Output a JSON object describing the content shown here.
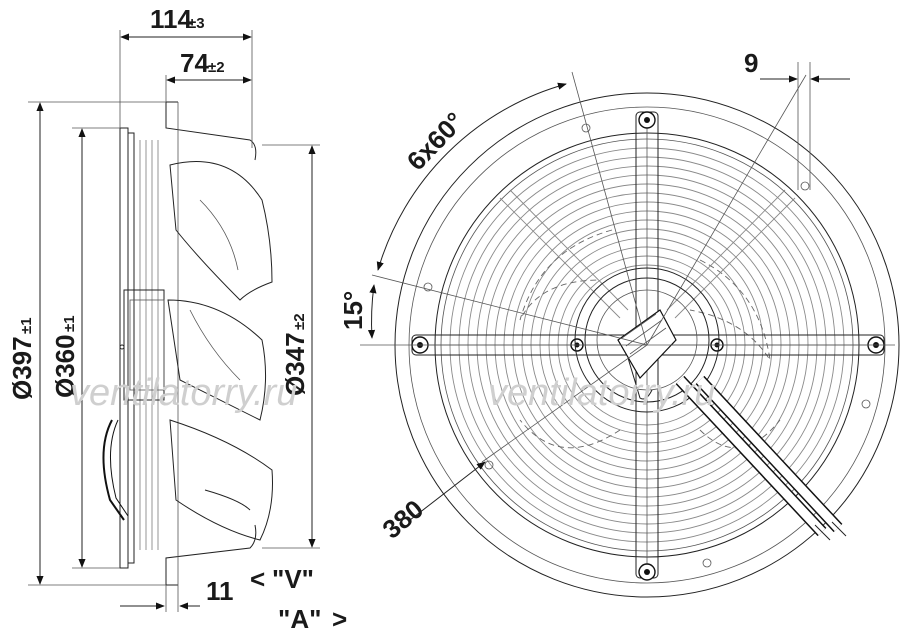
{
  "dimensions": {
    "depth_total": {
      "value": "114",
      "tol": "±3"
    },
    "depth_blade": {
      "value": "74",
      "tol": "±2"
    },
    "dia_outer": {
      "value": "Ø397",
      "tol": "±1"
    },
    "dia_ring": {
      "value": "Ø360",
      "tol": "±1"
    },
    "dia_blade": {
      "value": "Ø347",
      "tol": "±2"
    },
    "flange": {
      "value": "11"
    },
    "slot": {
      "value": "9"
    },
    "holes": {
      "value": "6x60°"
    },
    "angle": {
      "value": "15°"
    },
    "bolt_circle": {
      "value": "380"
    }
  },
  "view_labels": {
    "v": "\"V\"",
    "a": "\"A\""
  },
  "watermark": "ventilatorry.ru"
}
